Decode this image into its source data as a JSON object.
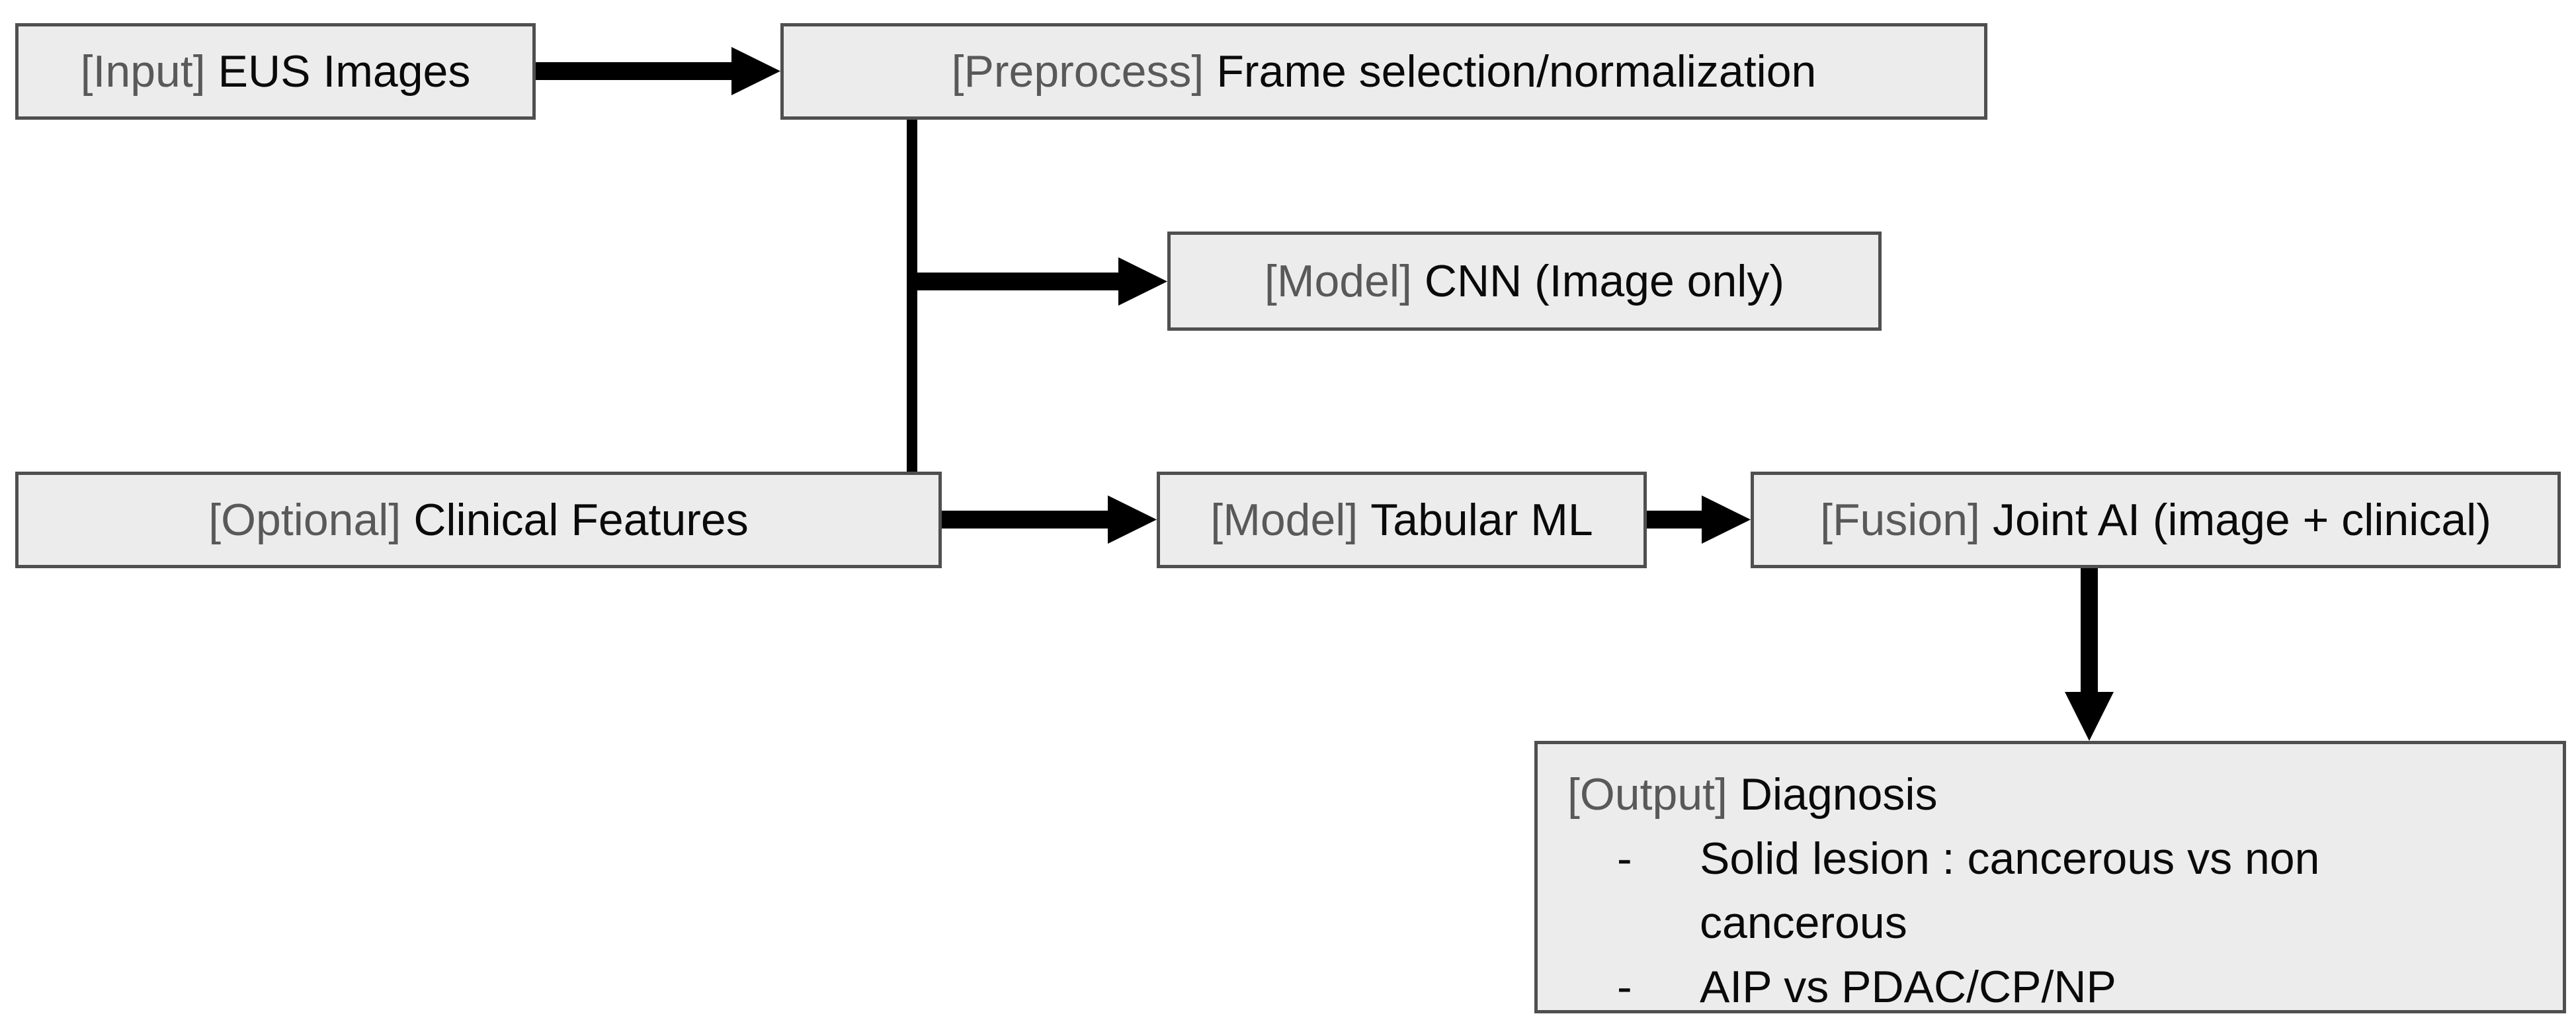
{
  "figure": {
    "type": "flowchart",
    "colors": {
      "background": "#ffffff",
      "box_fill": "#ececec",
      "box_border": "#4f4f4f",
      "prefix_color": "#595959",
      "text_color": "#0a0a0a",
      "arrow_color": "#000000"
    }
  },
  "boxes": {
    "input": {
      "prefix": "[Input]",
      "label": "EUS Images"
    },
    "preprocess": {
      "prefix": "[Preprocess]",
      "label": "Frame selection/normalization"
    },
    "cnn": {
      "prefix": "[Model]",
      "label": "CNN (Image only)"
    },
    "clinical": {
      "prefix": "[Optional]",
      "label": "Clinical Features"
    },
    "tabular": {
      "prefix": "[Model]",
      "label": "Tabular ML"
    },
    "fusion": {
      "prefix": "[Fusion]",
      "label": "Joint AI (image + clinical)"
    },
    "output": {
      "prefix": "[Output]",
      "label": "Diagnosis",
      "bullets": [
        {
          "marker": "-",
          "text": "Solid lesion : cancerous vs non cancerous"
        },
        {
          "marker": "-",
          "text": "AIP vs PDAC/CP/NP"
        }
      ]
    }
  },
  "connections": [
    {
      "from": "input",
      "to": "preprocess"
    },
    {
      "from": "preprocess",
      "to": "cnn"
    },
    {
      "from": "preprocess",
      "to": "clinical"
    },
    {
      "from": "clinical",
      "to": "tabular"
    },
    {
      "from": "tabular",
      "to": "fusion"
    },
    {
      "from": "fusion",
      "to": "output"
    }
  ]
}
